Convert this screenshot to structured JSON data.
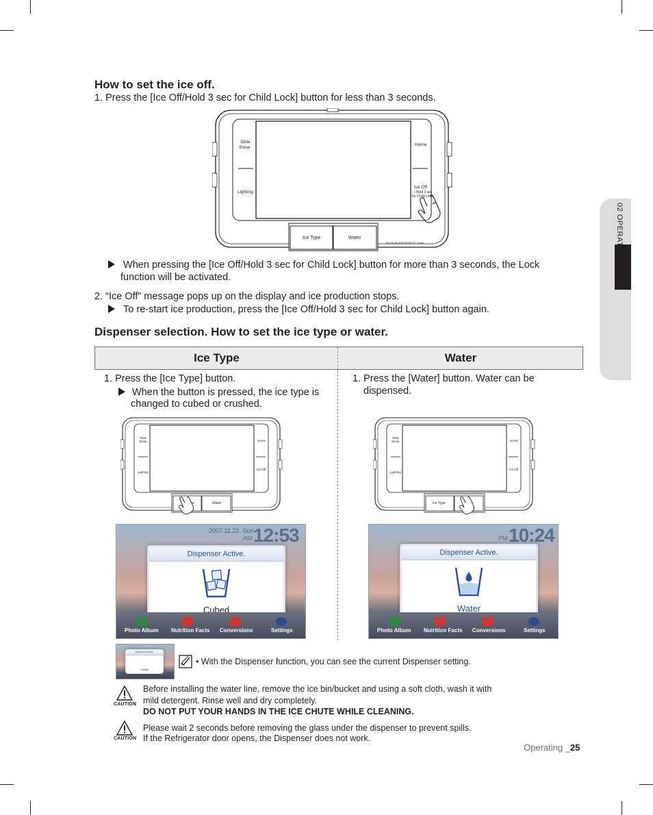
{
  "section1": {
    "title": "How to set the ice off.",
    "step1": "1. Press the [Ice Off/Hold 3 sec for Child Lock] button for less than 3 seconds.",
    "bullet1_line1": "When pressing the [Ice Off/Hold 3 sec for Child Lock] button for more than 3 seconds, the Lock",
    "bullet1_line2": "function will be activated.",
    "step2": "2. “Ice Off” message pops up on the display and ice production stops.",
    "bullet2": "To re-start ice production, press the [Ice Off/Hold 3 sec for Child Lock] button again."
  },
  "panel_large": {
    "slide_show_1": "Slide",
    "slide_show_2": "Show",
    "lighting": "Lighting",
    "home": "Home",
    "ice_off_1": "Ice Off",
    "ice_off_2": "/ Hold 3 sec",
    "ice_off_3": "for Child Lock",
    "ice_type": "Ice Type",
    "water": "Water",
    "filter": "FILTER INDICATOR RESET",
    "reset": "Reset"
  },
  "section2": {
    "title": "Dispenser selection. How to set the ice type or water."
  },
  "table": {
    "col_ice": "Ice Type",
    "col_water": "Water",
    "ice_step": "1. Press the [Ice Type] button.",
    "ice_bullet_line1": "When the button is pressed, the ice type is",
    "ice_bullet_line2": "changed to cubed or crushed.",
    "water_step_line1": "1. Press the [Water] button. Water can be",
    "water_step_line2": "dispensed."
  },
  "screen_ice": {
    "date": "2007.11.22. Sun",
    "ampm": "AM",
    "time": "12:53",
    "popup_title": "Dispenser Active.",
    "popup_label": "Cubed",
    "bottom": [
      "Photo Album",
      "Nutrition Facts",
      "Conversions",
      "Settings"
    ]
  },
  "screen_water": {
    "ampm": "PM",
    "time": "10:24",
    "popup_title": "Dispenser Active.",
    "popup_label": "Water",
    "bottom": [
      "Photo Album",
      "Nutrition Facts",
      "Conversions",
      "Settings"
    ]
  },
  "note": {
    "text": "With the Dispenser function, you can see the current Dispenser setting.",
    "thumb_title": "Dispenser Active.",
    "thumb_label": "Cubed"
  },
  "caution1": {
    "icon_label": "CAUTION",
    "line1": "Before installing the water line, remove the ice bin/bucket and using a soft cloth, wash it with",
    "line2": "mild detergent. Rinse well and dry completely.",
    "line3": "DO NOT PUT YOUR HANDS IN THE ICE CHUTE WHILE CLEANING."
  },
  "caution2": {
    "icon_label": "CAUTION",
    "line1": "Please wait 2 seconds before removing the glass under the dispenser to prevent spills.",
    "line2": "If the Refrigerator door opens, the Dispenser does not work."
  },
  "footer": {
    "section": "Operating _",
    "page": "25"
  },
  "side_tab": {
    "label": "02 OPERATING"
  },
  "colors": {
    "text": "#231f20",
    "table_header_bg": "#ececec",
    "popup_title": "#2a4ea0",
    "side_tab_bg": "#dcdcdc"
  }
}
